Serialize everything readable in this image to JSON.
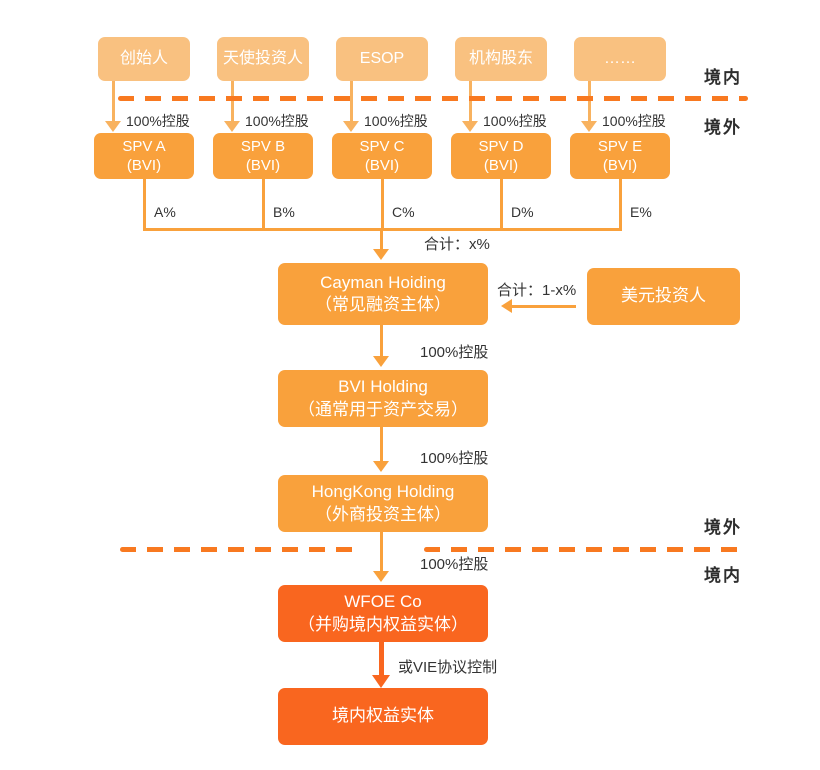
{
  "colors": {
    "box_light": "#F9C180",
    "box_mid": "#F9A13C",
    "box_deep": "#F9661F",
    "arrow_light": "#F8B25F",
    "dash_line": "#F87920",
    "label_text": "#333333",
    "region_text": "#2E2E2E",
    "box_text": "#FFFFFF"
  },
  "region_labels": {
    "top_domestic": "境内",
    "top_offshore": "境外",
    "bottom_offshore": "境外",
    "bottom_domestic": "境内"
  },
  "columns": [
    {
      "shareholder": "创始人",
      "ownership": "100%控股",
      "spv_line1": "SPV A",
      "spv_line2": "(BVI)",
      "share": "A%"
    },
    {
      "shareholder": "天使投资人",
      "ownership": "100%控股",
      "spv_line1": "SPV B",
      "spv_line2": "(BVI)",
      "share": "B%"
    },
    {
      "shareholder": "ESOP",
      "ownership": "100%控股",
      "spv_line1": "SPV C",
      "spv_line2": "(BVI)",
      "share": "C%"
    },
    {
      "shareholder": "机构股东",
      "ownership": "100%控股",
      "spv_line1": "SPV D",
      "spv_line2": "(BVI)",
      "share": "D%"
    },
    {
      "shareholder": "……",
      "ownership": "100%控股",
      "spv_line1": "SPV E",
      "spv_line2": "(BVI)",
      "share": "E%"
    }
  ],
  "junction": {
    "total_label": "合计：x%"
  },
  "cayman": {
    "line1": "Cayman Hoiding",
    "line2": "（常见融资主体）"
  },
  "usd_investor": {
    "label": "美元投资人",
    "arrow_label": "合计：1-x%"
  },
  "bvi": {
    "line1": "BVI Holding",
    "line2": "（通常用于资产交易）",
    "ownership": "100%控股"
  },
  "hongkong": {
    "line1": "HongKong Holding",
    "line2": "（外商投资主体）",
    "ownership": "100%控股"
  },
  "wfoe": {
    "line1": "WFOE Co",
    "line2": "（并购境内权益实体）",
    "ownership": "100%控股",
    "vie_label": "或VIE协议控制"
  },
  "domestic_entity": {
    "label": "境内权益实体"
  }
}
